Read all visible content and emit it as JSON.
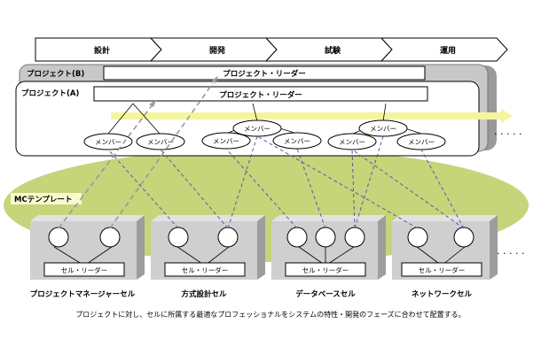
{
  "phases": [
    "設計",
    "開発",
    "試験",
    "運用"
  ],
  "project_b": {
    "label": "プロジェクト(B)",
    "leader": "プロジェクト・リーダー"
  },
  "project_a": {
    "label": "プロジェクト(A)",
    "leader": "プロジェクト・リーダー"
  },
  "member_label": "メンバー",
  "ellipsis": ". . . . .",
  "template_label": "MCテンプレート",
  "cell_leader_label": "セル・リーダー",
  "cells": [
    "プロジェクトマネージャーセル",
    "方式設計セル",
    "データベースセル",
    "ネットワークセル"
  ],
  "caption": "プロジェクトに対し、セルに所属する最適なプロフェッショナルをシステムの特性・開発のフェーズに合わせて配置する。",
  "colors": {
    "template": "#c6d47a",
    "arrow": "#f5f5a0",
    "dashed_gray": "#999999",
    "dashed_blue": "#5555aa",
    "cell_box": "#cfcfcf"
  }
}
